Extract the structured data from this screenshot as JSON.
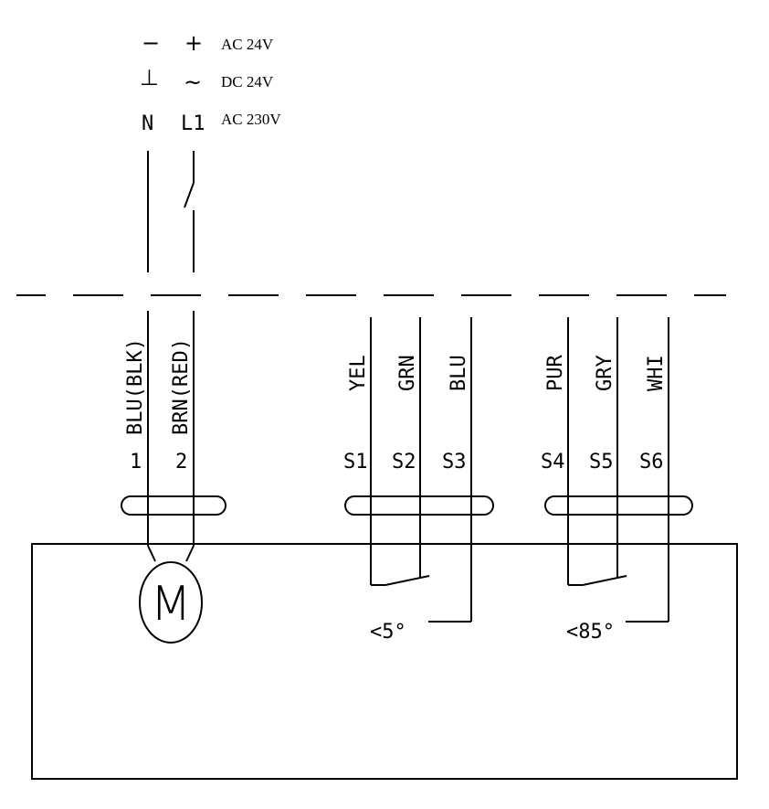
{
  "supply": {
    "row1": {
      "left": "−",
      "right": "+",
      "text": "AC 24V"
    },
    "row2": {
      "left": "⊥",
      "right": "~",
      "text": "DC 24V"
    },
    "row3": {
      "left": "N",
      "right": "L1",
      "text": "AC 230V"
    }
  },
  "wires": {
    "w1": {
      "color": "BLU(BLK)",
      "terminal": "1"
    },
    "w2": {
      "color": "BRN(RED)",
      "terminal": "2"
    },
    "s1": {
      "color": "YEL",
      "terminal": "S1"
    },
    "s2": {
      "color": "GRN",
      "terminal": "S2"
    },
    "s3": {
      "color": "BLU",
      "terminal": "S3"
    },
    "s4": {
      "color": "PUR",
      "terminal": "S4"
    },
    "s5": {
      "color": "GRY",
      "terminal": "S5"
    },
    "s6": {
      "color": "WHI",
      "terminal": "S6"
    }
  },
  "motor": {
    "label": "M"
  },
  "switches": {
    "sw1": {
      "label": "<5°"
    },
    "sw2": {
      "label": "<85°"
    }
  }
}
